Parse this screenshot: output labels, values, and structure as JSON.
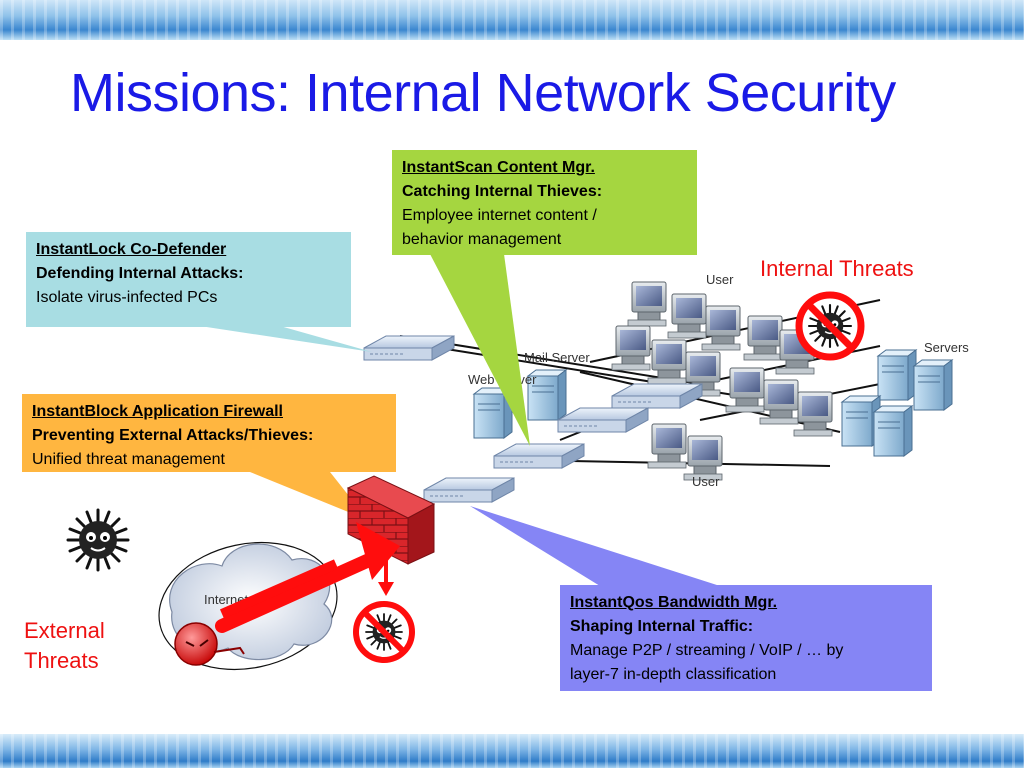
{
  "slide": {
    "title": "Missions: Internal Network Security"
  },
  "callouts": {
    "instantlock": {
      "product": "InstantLock Co-Defender",
      "mission": "Defending Internal Attacks:",
      "detail_lines": [
        "Isolate virus-infected PCs"
      ],
      "color": "#a8dde3"
    },
    "instantscan": {
      "product": "InstantScan Content Mgr.",
      "mission": "Catching Internal Thieves:",
      "detail_lines": [
        "Employee internet content /",
        "behavior management"
      ],
      "color": "#a5d640"
    },
    "instantblock": {
      "product": "InstantBlock Application Firewall",
      "mission": "Preventing External Attacks/Thieves:",
      "detail_lines": [
        "Unified threat management"
      ],
      "color": "#ffb640"
    },
    "instantqos": {
      "product": "InstantQos Bandwidth Mgr.",
      "mission": "Shaping Internal Traffic:",
      "detail_lines": [
        "Manage P2P / streaming / VoIP / … by",
        "layer-7 in-depth classification"
      ],
      "color": "#8585f5"
    }
  },
  "threats": {
    "internal": "Internal Threats",
    "external": "External Threats",
    "color": "#ee1111"
  },
  "network": {
    "user_top": "User",
    "user_bottom": "User",
    "mail_server": "Mail Server",
    "web_server": "Web Server",
    "servers": "Servers",
    "internet": "Internet"
  },
  "icons": [
    "virus-icon",
    "no-entry-icon",
    "firewall-icon",
    "hacker-icon",
    "switch-icon",
    "server-icon",
    "pc-icon",
    "cloud-icon",
    "block-arrow-icon"
  ]
}
